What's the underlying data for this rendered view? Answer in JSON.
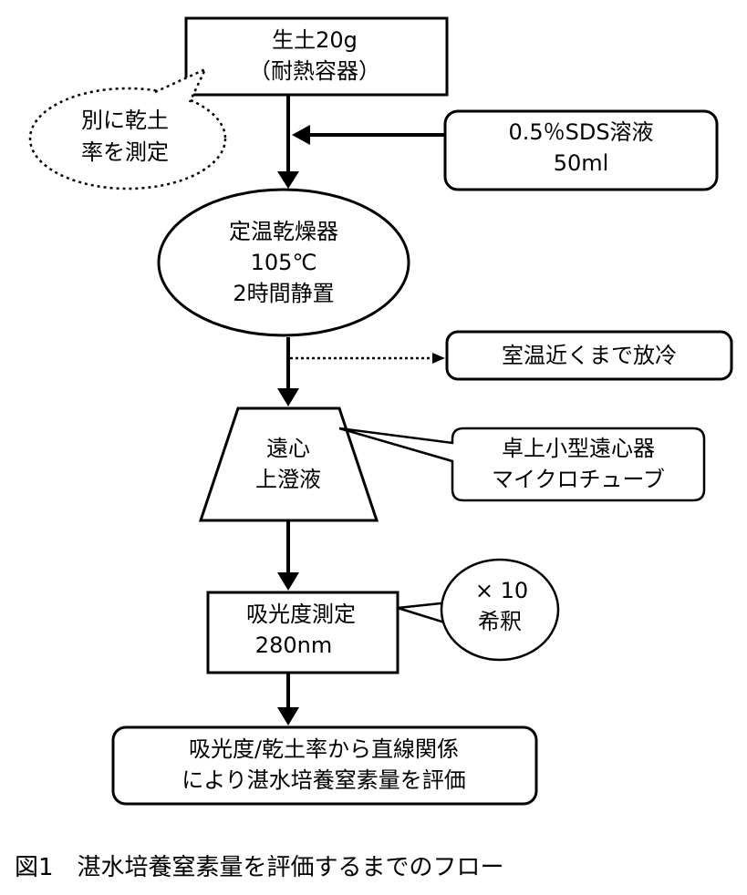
{
  "nodes": {
    "raw_soil": {
      "line1": "生土20g",
      "line2": "（耐熱容器）"
    },
    "dry_rate_note": {
      "line1": "別に乾土",
      "line2": "率を測定"
    },
    "sds_solution": {
      "line1": "0.5％SDS溶液",
      "line2": "50ml"
    },
    "dryer": {
      "line1": "定温乾燥器",
      "line2": "105℃",
      "line3": "2時間静置"
    },
    "cool_note": {
      "line1": "室温近くまで放冷"
    },
    "centrifuge": {
      "line1": "遠心",
      "line2": "上澄液"
    },
    "centrifuge_note": {
      "line1": "卓上小型遠心器",
      "line2": "マイクロチューブ"
    },
    "absorbance": {
      "line1": "吸光度測定",
      "line2": "280nm"
    },
    "dilution_note": {
      "line1": "× 10",
      "line2": "希釈"
    },
    "evaluation": {
      "line1": "吸光度/乾土率から直線関係",
      "line2": "により湛水培養窒素量を評価"
    }
  },
  "caption": "図1　湛水培養窒素量を評価するまでのフロー"
}
